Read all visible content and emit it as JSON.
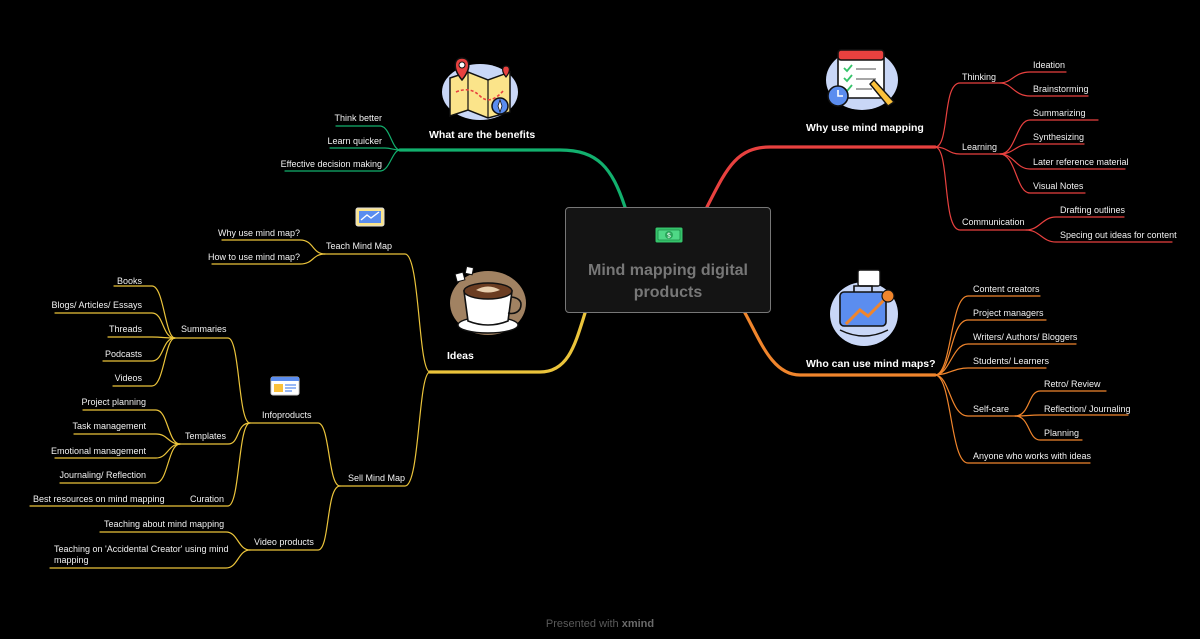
{
  "central": {
    "title": "Mind mapping digital products"
  },
  "colors": {
    "benefits": "#12b06e",
    "why": "#e8413f",
    "who": "#f0852c",
    "ideas": "#ebc43b"
  },
  "benefits": {
    "title": "What are the benefits",
    "items": [
      "Think better",
      "Learn quicker",
      "Effective decision making"
    ]
  },
  "why": {
    "title": "Why use mind mapping",
    "thinking": {
      "label": "Thinking",
      "items": [
        "Ideation",
        "Brainstorming"
      ]
    },
    "learning": {
      "label": "Learning",
      "items": [
        "Summarizing",
        "Synthesizing",
        "Later reference material",
        "Visual Notes"
      ]
    },
    "communication": {
      "label": "Communication",
      "items": [
        "Drafting outlines",
        "Specing out ideas for content"
      ]
    }
  },
  "who": {
    "title": "Who can use mind maps?",
    "items": [
      "Content creators",
      "Project managers",
      "Writers/ Authors/ Bloggers",
      "Students/ Learners",
      "Self-care",
      "Anyone who works with ideas"
    ],
    "selfcare_items": [
      "Retro/ Review",
      "Reflection/ Journaling",
      "Planning"
    ]
  },
  "ideas": {
    "title": "Ideas",
    "teach": {
      "label": "Teach Mind Map",
      "items": [
        "Why use mind map?",
        "How to use mind map?"
      ]
    },
    "sell": {
      "label": "Sell Mind Map",
      "infoproducts": {
        "label": "Infoproducts",
        "summaries": {
          "label": "Summaries",
          "items": [
            "Books",
            "Blogs/ Articles/ Essays",
            "Threads",
            "Podcasts",
            "Videos"
          ]
        },
        "templates": {
          "label": "Templates",
          "items": [
            "Project planning",
            "Task management",
            "Emotional management",
            "Journaling/ Reflection"
          ]
        },
        "curation": {
          "label": "Curation",
          "items": [
            "Best resources on mind mapping"
          ]
        }
      },
      "video": {
        "label": "Video products",
        "items": [
          "Teaching about mind mapping",
          "Teaching on 'Accidental Creator' using mind mapping"
        ]
      }
    }
  },
  "footer": {
    "prefix": "Presented with",
    "brand": "xmind"
  }
}
